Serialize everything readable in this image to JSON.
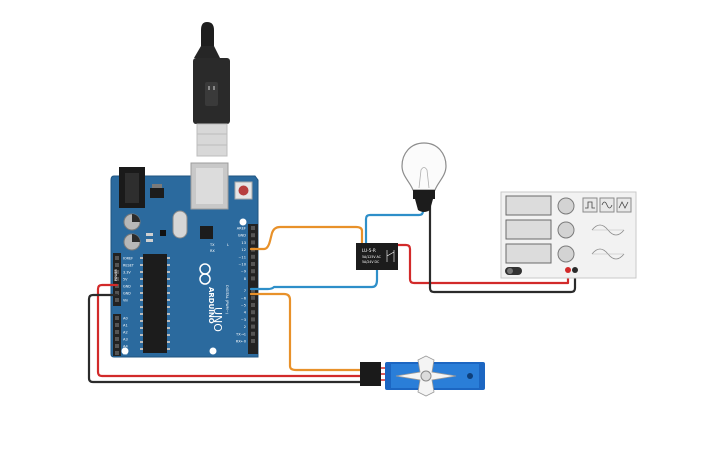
{
  "colors": {
    "board": "#2b6a9e",
    "board_edge": "#1f5480",
    "wire_orange": "#e8912a",
    "wire_blue": "#2e8fc9",
    "wire_red": "#d22a2a",
    "wire_black": "#2b2b2b",
    "servo_body": "#1c66c2",
    "relay_body": "#1c1c1c",
    "fg_body": "#f2f2f2"
  },
  "arduino": {
    "logo_text": "ARDUINO",
    "model": "UNO",
    "power_header": [
      "IOREF",
      "RESET",
      "3.3V",
      "5V",
      "GND",
      "GND",
      "Vin"
    ],
    "analog_header": [
      "A0",
      "A1",
      "A2",
      "A3",
      "A4",
      "A5"
    ],
    "power_label": "POWER",
    "analog_label": "ANALOG IN",
    "digital_pins": [
      "AREF",
      "GND",
      "13",
      "12",
      "~11",
      "~10",
      "~9",
      "8",
      "7",
      "~6",
      "~5",
      "4",
      "~3",
      "2",
      "TX→1",
      "RX←0"
    ],
    "digital_label": "DIGITAL (PWM~)",
    "tx_led": "TX",
    "rx_led": "RX",
    "led_l": "L"
  },
  "relay": {
    "model": "LU-5-R",
    "line1": "5A/125V AC",
    "line2": "5A/24V DC"
  },
  "icons": {
    "usb": "usb-cable-icon",
    "bulb": "light-bulb-icon",
    "servo": "servo-motor-icon"
  }
}
